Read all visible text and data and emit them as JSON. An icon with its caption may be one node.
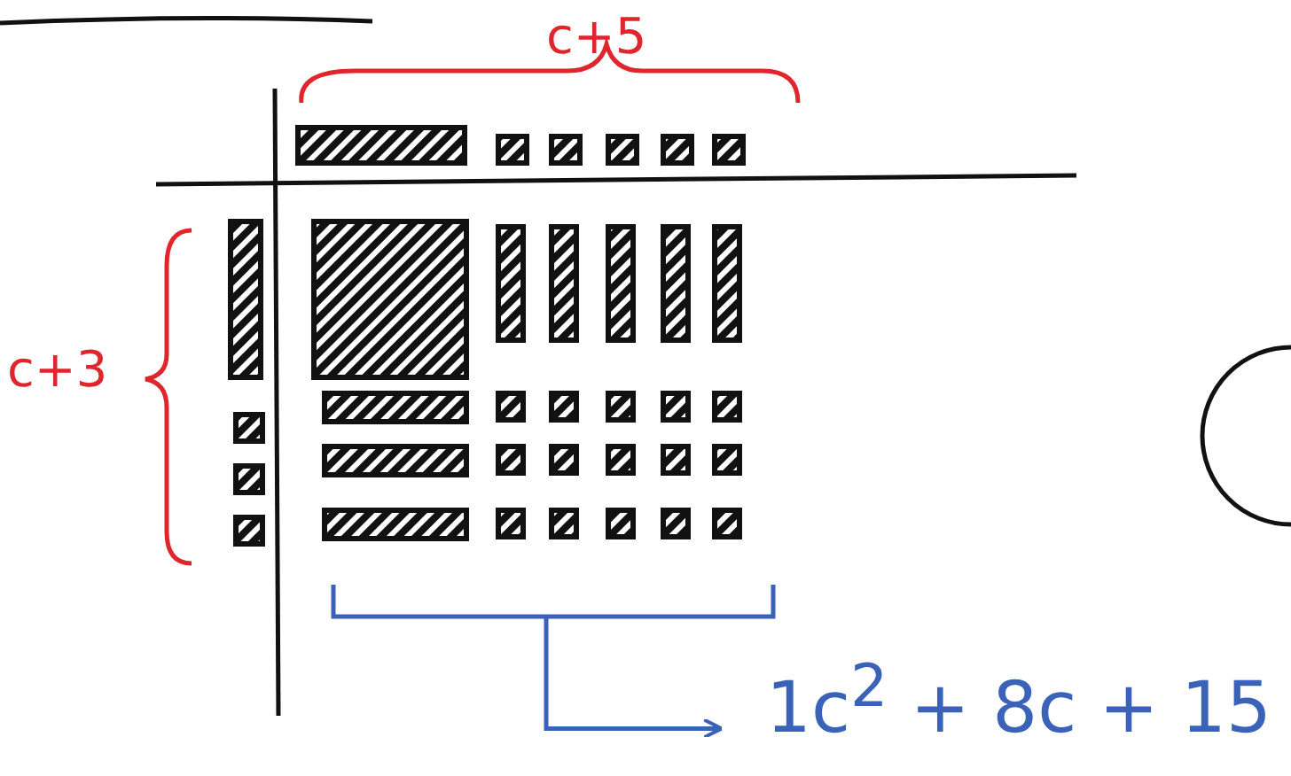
{
  "diagram": {
    "nodes": [
      {
        "text": [],
        "shape": "bracket"
      },
      {
        "text": [
          "1c$^{2}$ + 8c + 15"
        ]
      }
    ],
    "edges": [
      {
        "from": 0,
        "to": 1,
        "arrow": "to"
      }
    ],
    "labels": [
      "c+5",
      "c+3"
    ]
  }
}
